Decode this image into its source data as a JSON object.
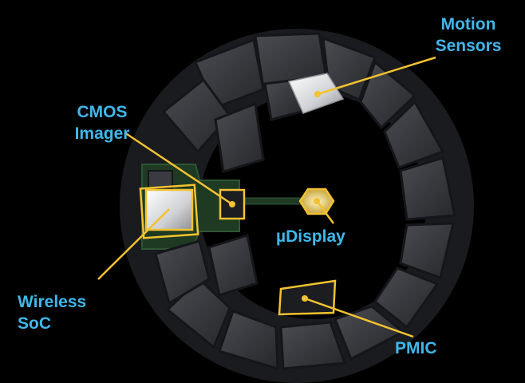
{
  "labels": {
    "motion_sensors": [
      "Motion",
      "Sensors"
    ],
    "cmos_imager": [
      "CMOS",
      "Imager"
    ],
    "udisplay": "µDisplay",
    "wireless_soc": [
      "Wireless",
      "SoC"
    ],
    "pmic": "PMIC"
  },
  "colors": {
    "background": "#000000",
    "label_text": "#3fb7ea",
    "callout": "#f2c230",
    "board": "#1f3a22",
    "tile": "#3a3b40"
  }
}
